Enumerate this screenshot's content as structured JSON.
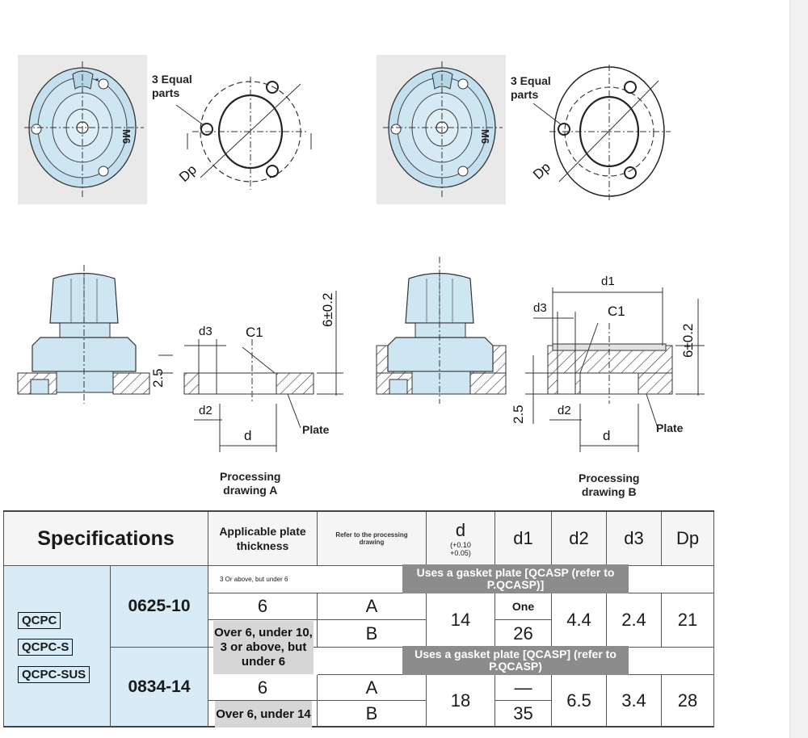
{
  "labels": {
    "three_equal_parts": "3 Equal\nparts",
    "dp": "Dp",
    "m6": "M6",
    "d1": "d1",
    "d2": "d2",
    "d3": "d3",
    "d": "d",
    "c1": "C1",
    "plate": "Plate",
    "thickness_tol": "6±0.2",
    "depth": "2.5",
    "drawing_a": "Processing\ndrawing A",
    "drawing_b": "Processing\ndrawing B"
  },
  "table": {
    "header": {
      "specifications": "Specifications",
      "plate_thickness": "Applicable plate\nthickness",
      "refer": "Refer to the processing\ndrawing",
      "d": "d",
      "d_tol": "(+0.10\n+0.05)",
      "d1": "d1",
      "d2": "d2",
      "d3": "d3",
      "dp": "Dp"
    },
    "series": [
      "QCPC",
      "QCPC-S",
      "QCPC-SUS"
    ],
    "models": [
      {
        "size": "0625-10",
        "range_note": "3 Or above, but under 6",
        "gasket_note": "Uses a gasket plate [QCASP (refer to P.QCASP)]",
        "rows": [
          {
            "thickness": "6",
            "drawing": "A",
            "d1": "One"
          },
          {
            "thickness": "Over 6, under 10, 3 or above, but under 6",
            "drawing": "B",
            "d1": "26"
          }
        ],
        "d": "14",
        "d2": "4.4",
        "d3": "2.4",
        "dp": "21"
      },
      {
        "size": "0834-14",
        "gasket_note": "Uses a gasket plate [QCASP] (refer to P.QCASP)",
        "rows": [
          {
            "thickness": "6",
            "drawing": "A",
            "d1": "—"
          },
          {
            "thickness": "Over 6, under 14",
            "drawing": "B",
            "d1": "35"
          }
        ],
        "d": "18",
        "d2": "6.5",
        "d3": "3.4",
        "dp": "28"
      }
    ]
  },
  "colors": {
    "part_blue": "#cde6f2",
    "header_bg": "#f5f5f5",
    "series_bg": "#d7ecf6",
    "note_gray": "#8c8c8c"
  }
}
